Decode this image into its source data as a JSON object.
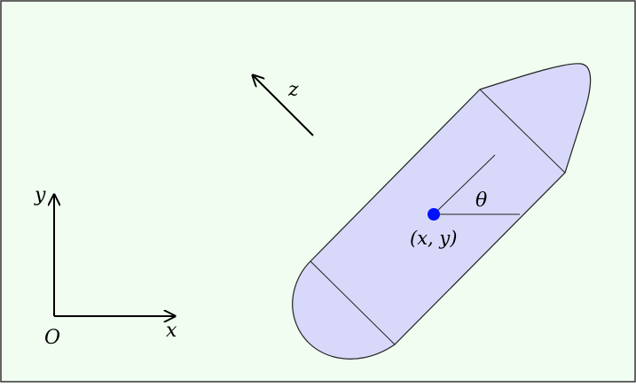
{
  "colors": {
    "background": "#f0fdf0",
    "border": "#333333",
    "body_fill": "#d8d8fa",
    "outline": "#222222",
    "point": "#0010ff",
    "axis": "#000000"
  },
  "labels": {
    "origin": "O",
    "x_axis": "x",
    "y_axis": "y",
    "z_axis": "z",
    "position": "(x, y)",
    "angle": "θ"
  }
}
